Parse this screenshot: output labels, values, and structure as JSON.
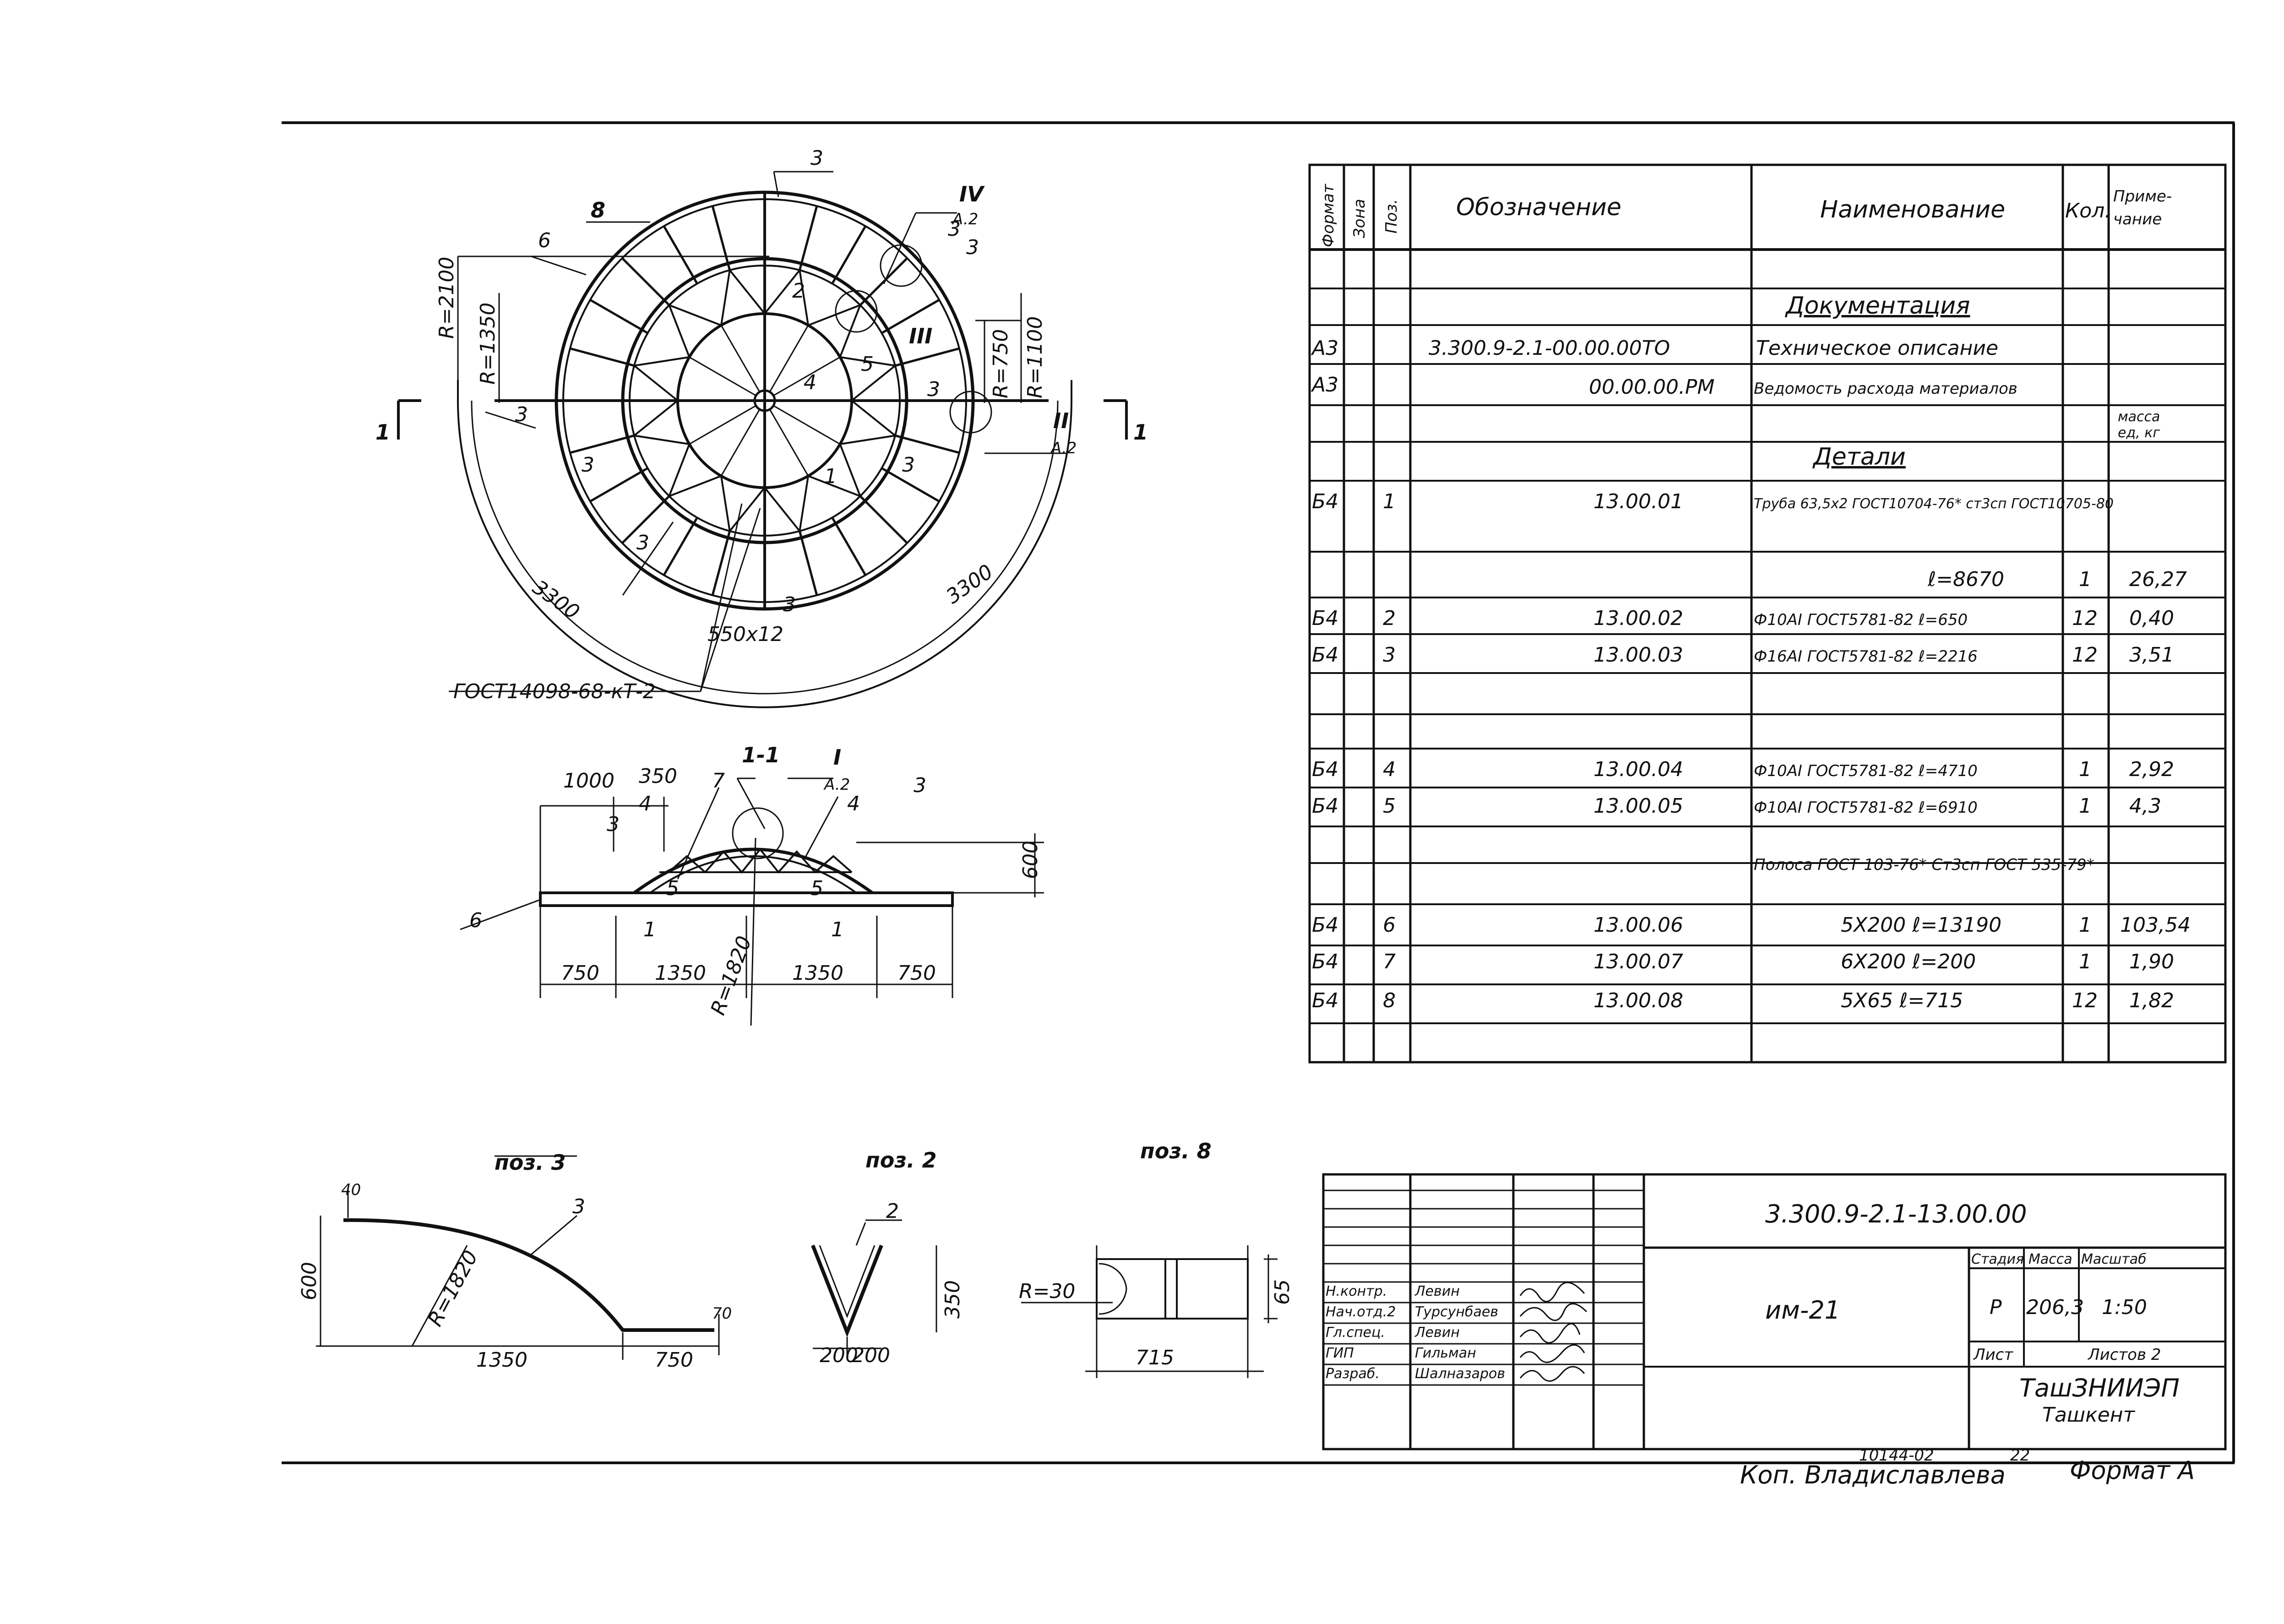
{
  "drawing": {
    "plan": {
      "radius_labels": [
        "R=2100",
        "R=1350",
        "R=750",
        "R=1100"
      ],
      "position_marks": [
        "3",
        "8",
        "6",
        "IV",
        "A.2",
        "3",
        "3",
        "2",
        "III",
        "5",
        "4",
        "3",
        "3",
        "3",
        "3",
        "1",
        "3",
        "3",
        "II",
        "A.2",
        "1",
        "1"
      ],
      "dims": [
        "3300",
        "3300",
        "550x12"
      ],
      "gost_note": "ГОСТ14098-68-кТ-2"
    },
    "section": {
      "title": "1-1",
      "callout_I": "I",
      "callout_sheet": "A.2",
      "dims_top": [
        "1000",
        "350"
      ],
      "height": "600",
      "radius": "R=1820",
      "dims_bottom": [
        "750",
        "1350",
        "1350",
        "750"
      ],
      "marks": [
        "7",
        "4",
        "3",
        "3",
        "5",
        "5",
        "6",
        "1",
        "1"
      ]
    },
    "pos3": {
      "title": "поз. 3",
      "mark": "3",
      "d40": "40",
      "d600": "600",
      "radius": "R=1820",
      "d1350": "1350",
      "d750": "750",
      "d70": "70"
    },
    "pos2": {
      "title": "поз. 2",
      "mark": "2",
      "d350": "350",
      "d200a": "200",
      "d200b": "200"
    },
    "pos8": {
      "title": "поз. 8",
      "radius": "R=30",
      "d65": "65",
      "d715": "715"
    }
  },
  "spec_table": {
    "headers": {
      "format": "Формат",
      "zone": "Зона",
      "pos": "Поз.",
      "designation": "Обозначение",
      "name": "Наименование",
      "qty": "Кол.",
      "note": "Приме-чание"
    },
    "section_docs": "Документация",
    "section_details": "Детали",
    "note_mass": "масса ед, кг",
    "rows": [
      {
        "format": "А3",
        "pos": "",
        "designation": "3.300.9-2.1-00.00.00ТО",
        "name": "Техническое описание",
        "qty": "",
        "note": ""
      },
      {
        "format": "А3",
        "pos": "",
        "designation": "00.00.00.РМ",
        "name": "Ведомость расхода материалов",
        "qty": "",
        "note": ""
      },
      {
        "format": "Б4",
        "pos": "1",
        "designation": "13.00.01",
        "name": "Труба 63,5x2 ГОСТ10704-76* ст3сп ГОСТ10705-80",
        "qty": "",
        "note": ""
      },
      {
        "format": "",
        "pos": "",
        "designation": "",
        "name": "ℓ=8670",
        "qty": "1",
        "note": "26,27"
      },
      {
        "format": "Б4",
        "pos": "2",
        "designation": "13.00.02",
        "name": "Ф10АI ГОСТ5781-82 ℓ=650",
        "qty": "12",
        "note": "0,40"
      },
      {
        "format": "Б4",
        "pos": "3",
        "designation": "13.00.03",
        "name": "Ф16АI ГОСТ5781-82 ℓ=2216",
        "qty": "12",
        "note": "3,51"
      },
      {
        "format": "Б4",
        "pos": "4",
        "designation": "13.00.04",
        "name": "Ф10АI ГОСТ5781-82 ℓ=4710",
        "qty": "1",
        "note": "2,92"
      },
      {
        "format": "Б4",
        "pos": "5",
        "designation": "13.00.05",
        "name": "Ф10АI ГОСТ5781-82 ℓ=6910",
        "qty": "1",
        "note": "4,3"
      },
      {
        "format": "",
        "pos": "",
        "designation": "",
        "name": "Полоса ГОСТ 103-76* Ст3сп ГОСТ 535-79*",
        "qty": "",
        "note": ""
      },
      {
        "format": "Б4",
        "pos": "6",
        "designation": "13.00.06",
        "name": "5X200 ℓ=13190",
        "qty": "1",
        "note": "103,54"
      },
      {
        "format": "Б4",
        "pos": "7",
        "designation": "13.00.07",
        "name": "6X200 ℓ=200",
        "qty": "1",
        "note": "1,90"
      },
      {
        "format": "Б4",
        "pos": "8",
        "designation": "13.00.08",
        "name": "5X65 ℓ=715",
        "qty": "12",
        "note": "1,82"
      }
    ]
  },
  "title_block": {
    "code": "3.300.9-2.1-13.00.00",
    "name": "им-21",
    "stage_h": "Стадия",
    "mass_h": "Масса",
    "scale_h": "Масштаб",
    "stage": "Р",
    "mass": "206,3",
    "scale": "1:50",
    "sheet_h": "Лист",
    "sheets_h": "Листов 2",
    "org": "ТашЗНИИЭП",
    "city": "Ташкент",
    "people": [
      {
        "role": "Н.контр.",
        "name": "Левин"
      },
      {
        "role": "Нач.отд.2",
        "name": "Турсунбаев"
      },
      {
        "role": "Гл.спец.",
        "name": "Левин"
      },
      {
        "role": "ГИП",
        "name": "Гильман"
      },
      {
        "role": "Разраб.",
        "name": "Шалназаров"
      }
    ]
  },
  "footer": {
    "inventory": "10144-02",
    "sheet_no": "22",
    "copied": "Коп. Владиславлева",
    "format": "Формат А"
  }
}
